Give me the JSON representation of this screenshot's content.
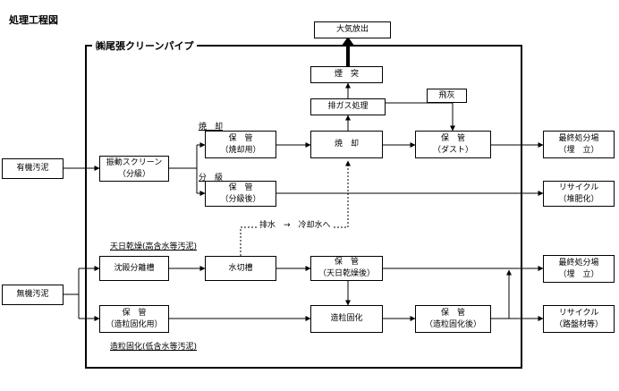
{
  "title": "処理工程図",
  "frame_title": "㈱尾張クリーンパイプ",
  "nodes": {
    "organic": "有機汚泥",
    "inorganic": "無機汚泥",
    "screen": [
      "振動スクリーン",
      "（分級）"
    ],
    "store_burn": [
      "保　管",
      "（焼却用）"
    ],
    "store_classified": [
      "保　管",
      "（分級後）"
    ],
    "incinerate": "焼　却",
    "store_dust": [
      "保　管",
      "（ダスト）"
    ],
    "exhaust": "排ガス処理",
    "chimney": "煙　突",
    "atmosphere": "大気放出",
    "fly_ash": "飛灰",
    "sediment": "沈殿分離槽",
    "dewater": "水切槽",
    "store_dried": [
      "保　管",
      "（天日乾燥後）"
    ],
    "store_granule": [
      "保　管",
      "（造粒固化用）"
    ],
    "granulate": "造粒固化",
    "store_granulated": [
      "保　管",
      "（造粒固化後）"
    ],
    "final1": [
      "最終処分場",
      "（埋　立）"
    ],
    "recycle1": [
      "リサイクル",
      "（堆肥化）"
    ],
    "final2": [
      "最終処分場",
      "（埋　立）"
    ],
    "recycle2": [
      "リサイクル",
      "（路盤材等）"
    ]
  },
  "labels": {
    "burn": "焼　却",
    "classify": "分　級",
    "drain": "排水　→　冷却水へ",
    "sun_dry": "天日乾燥(高含水等汚泥)",
    "granule_low": "造粒固化(低含水等汚泥)"
  }
}
